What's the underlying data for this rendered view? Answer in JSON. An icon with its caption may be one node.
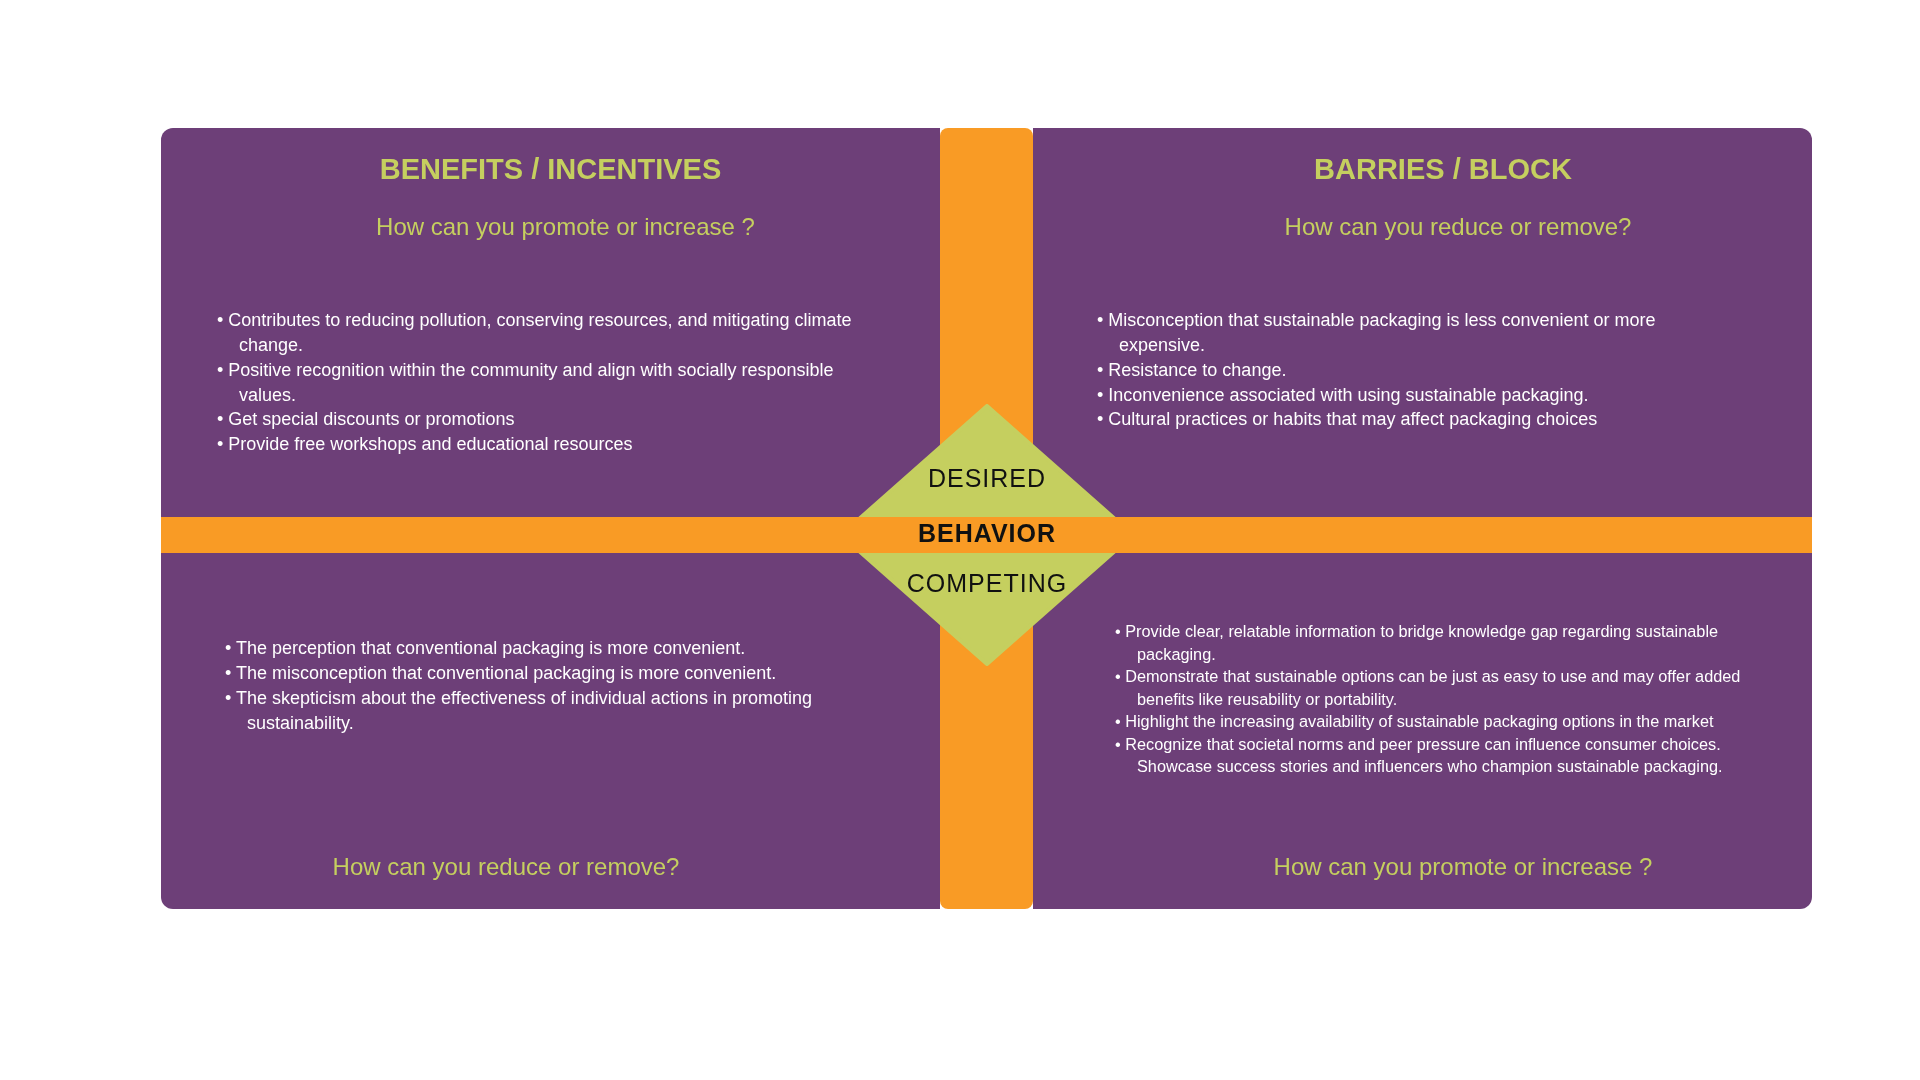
{
  "diagram": {
    "nodes": [
      {
        "text": [
          "BENEFITS / INCENTIVES",
          "How can you promote or increase ?",
          "• Contributes to reducing pollution, conserving resources, and mitigating climate change.",
          "• Positive recognition within the community and align with socially responsible values.",
          "• Get special discounts or promotions",
          "• Provide free workshops and educational resources"
        ]
      },
      {
        "text": [
          "BARRIES / BLOCK",
          "How can you reduce or remove?",
          "• Misconception that sustainable packaging is less convenient or more expensive.",
          "• Resistance to change.",
          "• Inconvenience associated with using sustainable packaging.",
          "• Cultural practices or habits that may affect packaging choices"
        ]
      },
      {
        "text": [
          "• The perception that conventional packaging is more convenient.",
          "• The misconception that conventional packaging is more convenient.",
          "• The skepticism about the effectiveness of individual actions in promoting sustainability.",
          "How can you reduce or remove?"
        ]
      },
      {
        "text": [
          "• Provide clear, relatable information to bridge knowledge gap regarding sustainable packaging.",
          "• Demonstrate that sustainable options can be just as easy to use and may offer added benefits like reusability or portability.",
          "• Highlight the increasing availability of sustainable packaging options in the market",
          "• Recognize that societal norms and peer pressure can influence consumer choices. Showcase success stories and influencers who champion sustainable packaging.",
          "How can you promote or increase ?"
        ]
      },
      {
        "text": [
          "DESIRED",
          "BEHAVIOR",
          "COMPETING"
        ]
      }
    ]
  }
}
